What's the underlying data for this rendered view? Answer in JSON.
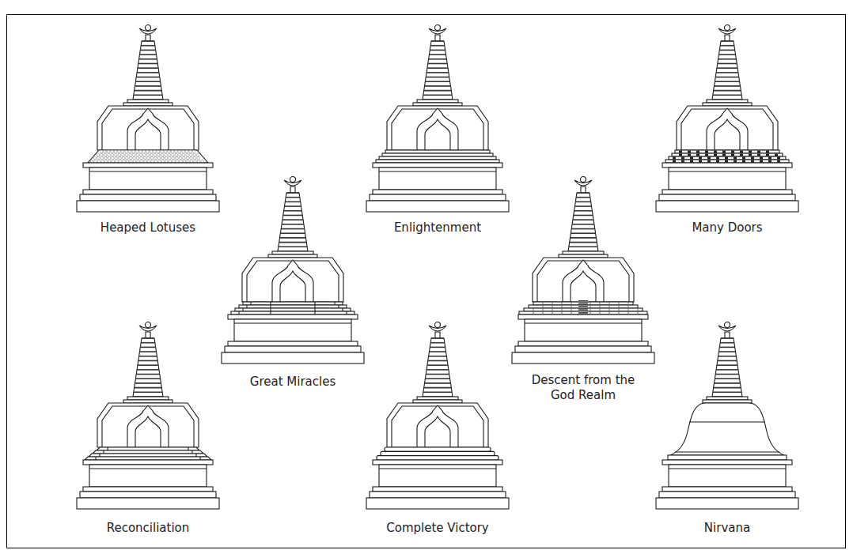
{
  "diagram": {
    "labels": [
      "Heaped Lotuses",
      "Enlightenment",
      "Many Doors",
      "Great Miracles",
      "Descent from the God Realm",
      "Reconciliation",
      "Complete Victory",
      "Nirvana"
    ]
  }
}
